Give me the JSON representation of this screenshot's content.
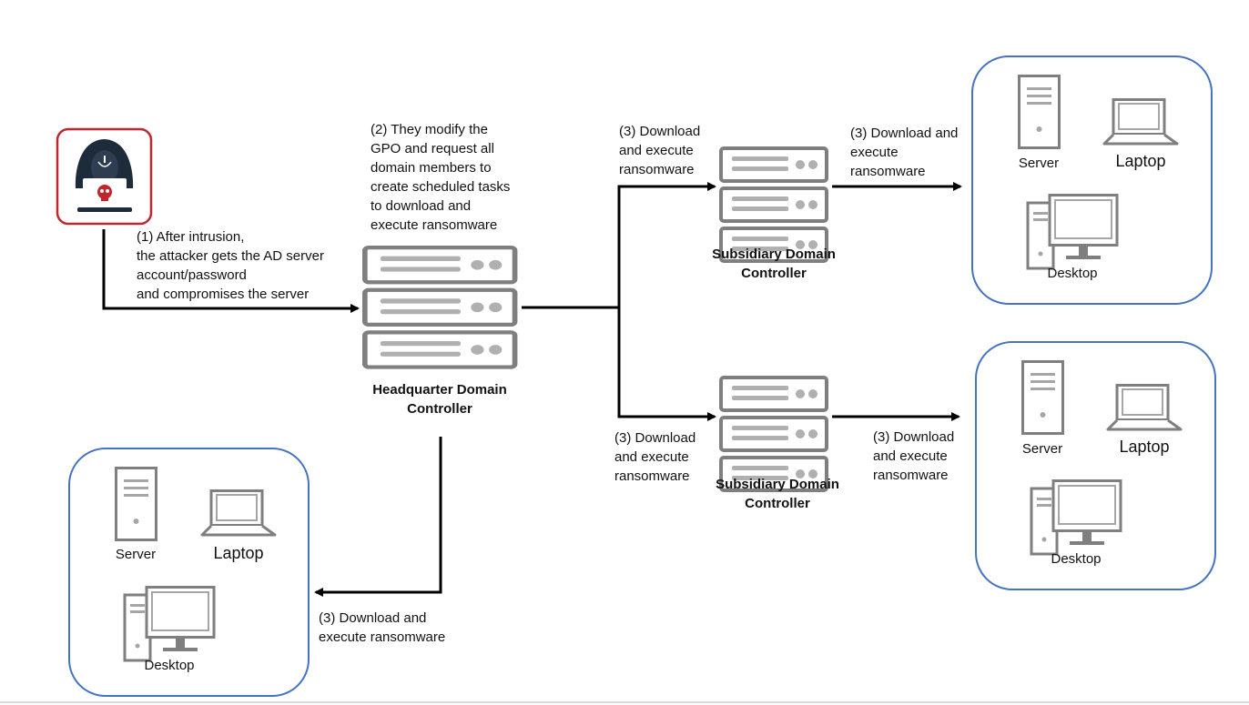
{
  "attacker": {
    "icon": "hacker-icon",
    "border_color": "#c0272d"
  },
  "hq": {
    "step1": "(1) After intrusion,\nthe attacker gets the AD server\naccount/password\nand compromises the server",
    "step2": "(2) They modify the\nGPO and request all\ndomain members to\ncreate scheduled tasks\nto download and\nexecute ransomware",
    "title": "Headquarter Domain\nController"
  },
  "subsidiary_top": {
    "title": "Subsidiary Domain\nController",
    "step_in": "(3) Download\nand execute\nransomware",
    "step_out": "(3) Download and\nexecute\nransomware"
  },
  "subsidiary_bottom": {
    "title": "Subsidiary Domain\nController",
    "step_in": "(3) Download\nand execute\nransomware",
    "step_out": "(3) Download\nand execute\nransomware"
  },
  "hq_step_down": "(3) Download and\nexecute ransomware",
  "endpoint_groups": [
    {
      "server": "Server",
      "laptop": "Laptop",
      "desktop": "Desktop"
    },
    {
      "server": "Server",
      "laptop": "Laptop",
      "desktop": "Desktop"
    },
    {
      "server": "Server",
      "laptop": "Laptop",
      "desktop": "Desktop"
    }
  ],
  "colors": {
    "group_border": "#4472c4",
    "device_gray": "#7f7f7f",
    "attacker_red": "#c0272d",
    "arrow": "#000000"
  }
}
